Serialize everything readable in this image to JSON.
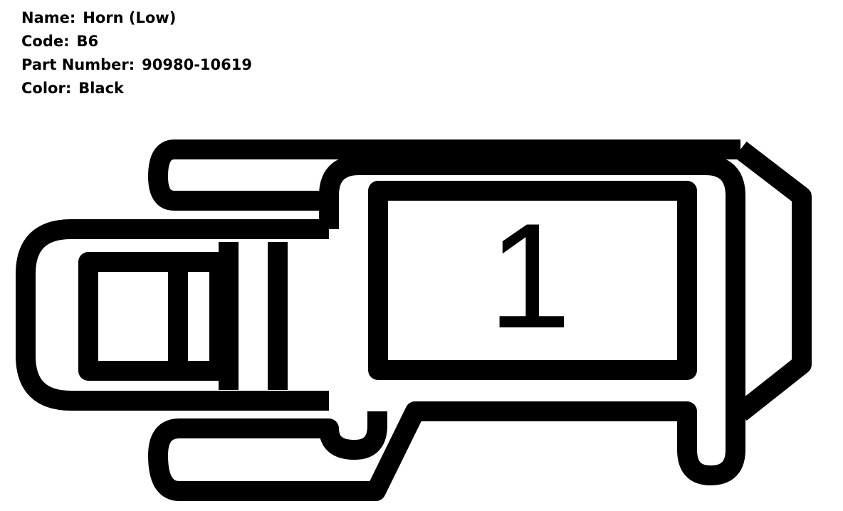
{
  "connector": {
    "name_label": "Name:",
    "name": "Horn (Low)",
    "code_label": "Code:",
    "code": "B6",
    "part_number_label": "Part Number:",
    "part_number": "90980-10619",
    "color_label": "Color:",
    "color": "Black"
  },
  "diagram": {
    "stroke_color": "#000000",
    "background_color": "#ffffff",
    "pins": [
      {
        "number": "1"
      }
    ]
  }
}
